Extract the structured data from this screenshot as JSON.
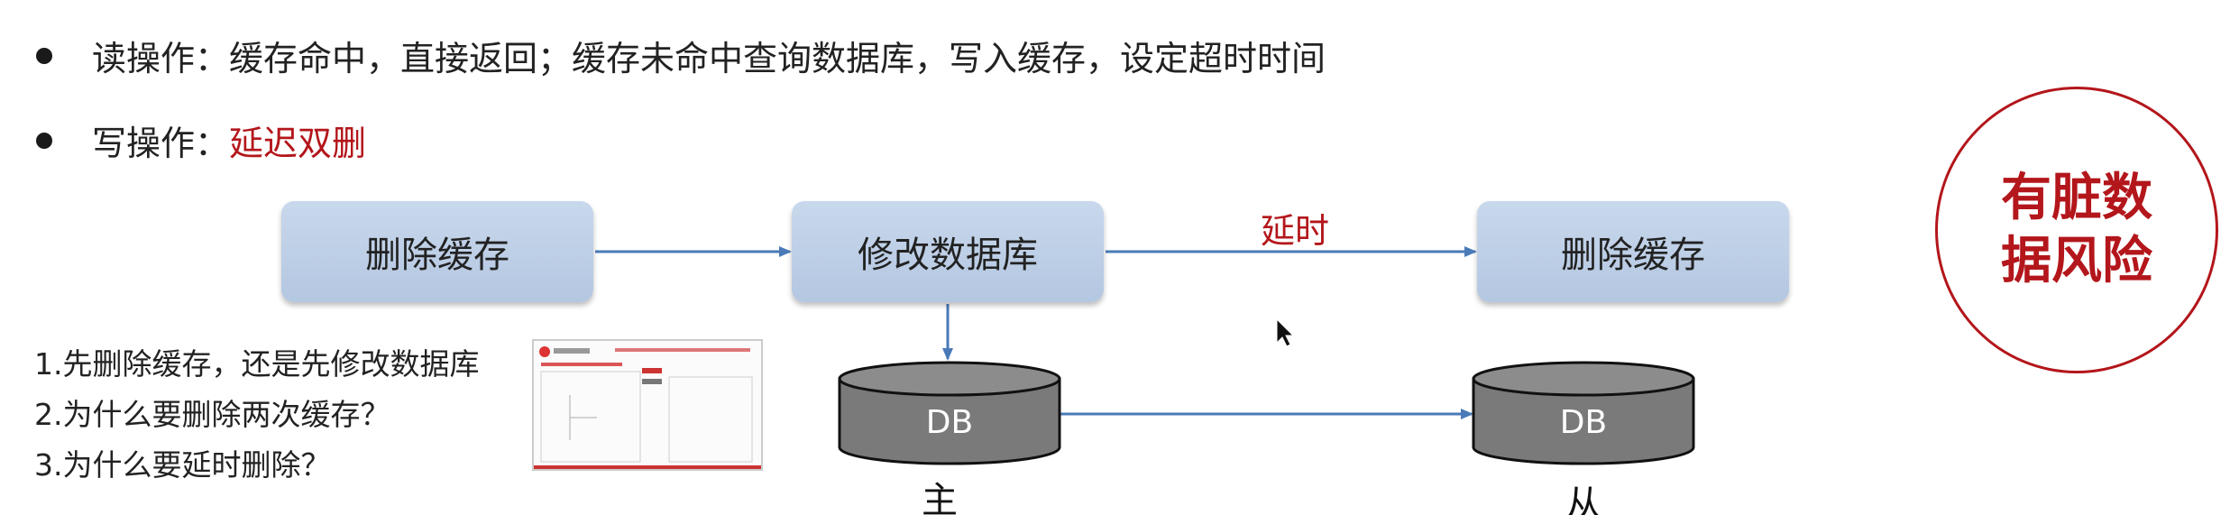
{
  "bullets": {
    "read": {
      "text": "读操作：缓存命中，直接返回；缓存未命中查询数据库，写入缓存，设定超时时间"
    },
    "write": {
      "prefix": "写操作：",
      "highlight": "延迟双删"
    }
  },
  "flow": {
    "step1": "删除缓存",
    "step2": "修改数据库",
    "delay": "延时",
    "step3": "删除缓存"
  },
  "databases": {
    "master": {
      "label": "DB",
      "role": "主"
    },
    "slave": {
      "label": "DB",
      "role": "从"
    }
  },
  "questions": [
    "1.先删除缓存，还是先修改数据库",
    "2.为什么要删除两次缓存？",
    "3.为什么要延时删除？"
  ],
  "risk": {
    "line1": "有脏数",
    "line2": "据风险"
  },
  "colors": {
    "accent_red": "#b3161b",
    "box_blue": "#b4c7e1",
    "arrow_blue": "#4a7ab8",
    "db_gray": "#7a7a7a"
  }
}
